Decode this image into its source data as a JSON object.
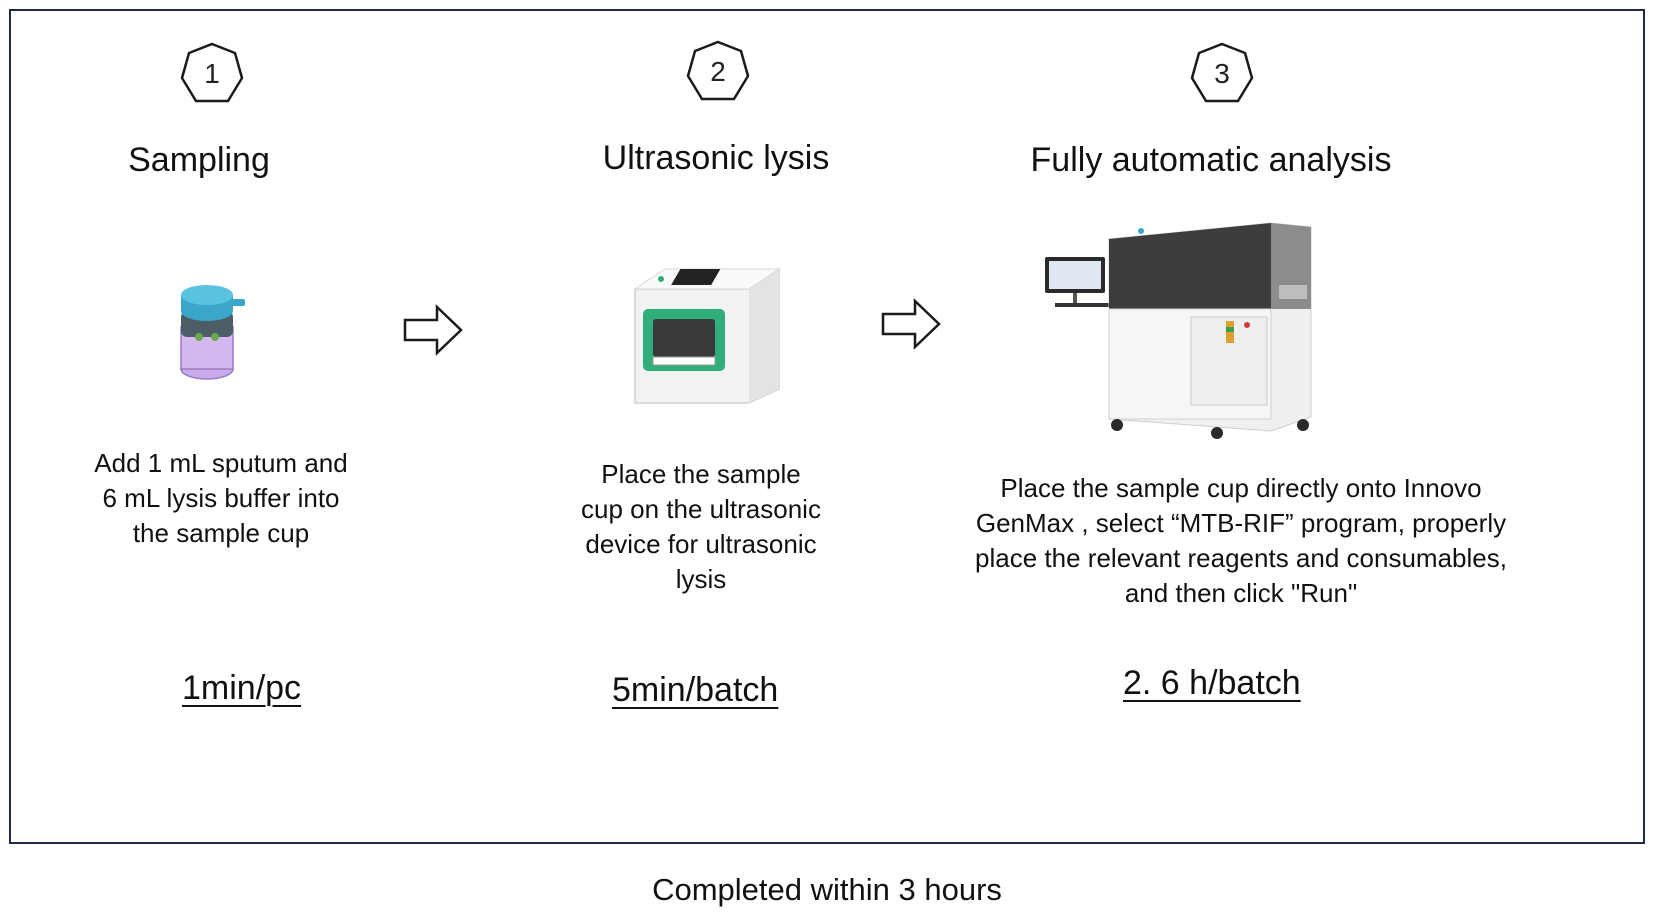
{
  "steps": [
    {
      "number": "1",
      "title": "Sampling",
      "description": "Add 1 mL sputum and 6 mL lysis buffer into the sample cup",
      "description_lines": [
        "Add 1 mL sputum and",
        "6 mL lysis buffer into",
        "the sample cup"
      ],
      "rate": "1min/pc",
      "image": "sample-cup-icon"
    },
    {
      "number": "2",
      "title": "Ultrasonic lysis",
      "description_lines": [
        "Place the sample",
        "cup on the ultrasonic",
        "device for ultrasonic",
        "lysis"
      ],
      "rate": "5min/batch",
      "image": "ultrasonic-device-icon"
    },
    {
      "number": "3",
      "title": "Fully automatic analysis",
      "description_lines": [
        "Place the sample cup  directly onto Innovo",
        "GenMax , select  “MTB-RIF” program, properly",
        "place the relevant reagents and consumables,",
        "and then click \"Run\""
      ],
      "rate": "2. 6 h/batch",
      "image": "automatic-analyzer-icon"
    }
  ],
  "arrows": [
    "right-arrow-icon",
    "right-arrow-icon"
  ],
  "footer": "Completed within 3 hours",
  "colors": {
    "frame": "#1f2a44",
    "device_accent": "#2fae7a",
    "cup_lid": "#3aa6c9",
    "cup_body": "#c9a6e6"
  }
}
